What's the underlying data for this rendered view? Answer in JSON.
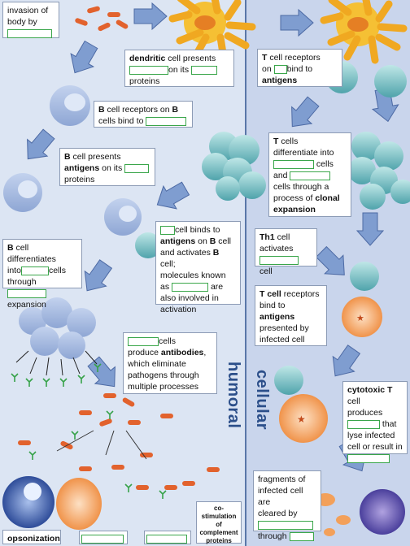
{
  "sections": {
    "humoral": "humoral",
    "cellular": "cellular"
  },
  "boxes": {
    "invasion": {
      "line1": "invasion of",
      "line2": "body by"
    },
    "dendritic": {
      "bold1": "dendritic",
      "t1": " cell presents",
      "t2": "on its",
      "t3": "proteins"
    },
    "bcell_receptors": {
      "bold1": "B",
      "t1": " cell receptors on ",
      "bold2": "B",
      "t2": "cells bind to"
    },
    "bcell_presents": {
      "bold1": "B",
      "t1": " cell presents",
      "bold2": "antigens",
      "t2": " on its",
      "t3": "proteins"
    },
    "tcell_receptors": {
      "bold1": "T",
      "t1": " cell receptors",
      "t2": "on",
      "t3": "bind to",
      "bold2": "antigens"
    },
    "tcell_diff": {
      "bold1": "T",
      "t1": " cells",
      "t2": "differentiate into",
      "t3": "cells",
      "t4": "and",
      "t5": "cells through a",
      "t6": "process of ",
      "bold2": "clonal",
      "bold3": "expansion"
    },
    "cell_binds": {
      "t1": "cell binds to",
      "bold1": "antigens",
      "t2": " on ",
      "bold2": "B",
      "t3": " cell",
      "t4": "and activates ",
      "bold3": "B",
      "t5": " cell;",
      "t6": "molecules known",
      "t7": "as",
      "t8": "are",
      "t9": "also involved in",
      "t10": "activation"
    },
    "th1": {
      "bold1": "Th1",
      "t1": " cell",
      "t2": "activates",
      "t3": "cell"
    },
    "bcell_diff": {
      "bold1": "B",
      "t1": " cell differentiates",
      "t2": "into",
      "t3": "cells",
      "t4": "through",
      "t5": "expansion"
    },
    "tcell_infected": {
      "bold1": "T cell",
      "t1": " receptors",
      "t2": "bind to ",
      "bold2": "antigens",
      "t3": "presented by",
      "t4": "infected cell"
    },
    "antibodies": {
      "t1": "cells",
      "t2": "produce ",
      "bold1": "antibodies",
      "t3": ",",
      "t4": "which eliminate",
      "t5": "pathogens through",
      "t6": "multiple processes"
    },
    "cytotoxic": {
      "bold1": "cytotoxic",
      "t1": " ",
      "bold2": "T",
      "t2": " cell",
      "t3": "produces",
      "t4": "that",
      "t5": "lyse infected",
      "t6": "cell or result in"
    },
    "fragments": {
      "t1": "fragments of",
      "t2": "infected cell are",
      "t3": "cleared by",
      "t4": "through"
    },
    "opsonization": {
      "bold1": "opsonization"
    },
    "costim": {
      "t1": "co-",
      "t2": "stimulation of",
      "t3": "complement",
      "t4": "proteins"
    }
  },
  "colors": {
    "blank_border": "#3aa64a",
    "arrow": "#6f8fc6",
    "dendritic": "#f2b92b",
    "bcell": "#9db4dd",
    "tcell": "#7cc3c7",
    "infected": "#f6b077",
    "macrophage": "#4e6fb5"
  }
}
